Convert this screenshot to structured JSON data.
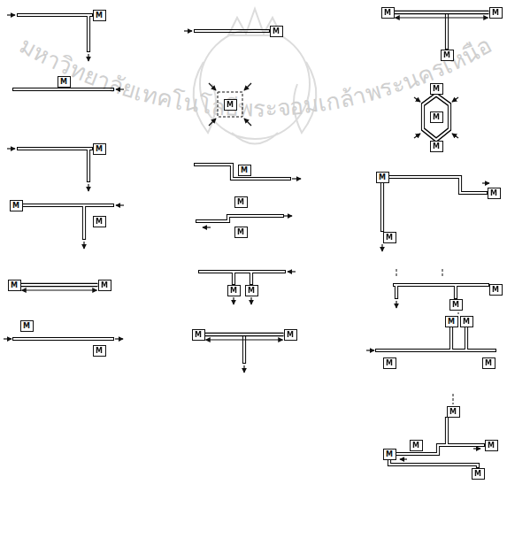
{
  "diagram": {
    "nodes": [
      {
        "text": [
          "M"
        ]
      },
      {
        "text": [
          "M"
        ]
      },
      {
        "text": [
          "M"
        ]
      },
      {
        "text": [
          "M"
        ]
      },
      {
        "text": [
          "M"
        ]
      },
      {
        "text": [
          "M"
        ]
      },
      {
        "text": [
          "M"
        ]
      },
      {
        "text": [
          "M"
        ]
      },
      {
        "text": [
          "M"
        ]
      },
      {
        "text": [
          "M"
        ]
      },
      {
        "text": [
          "M"
        ]
      },
      {
        "text": [
          "M"
        ]
      },
      {
        "text": [
          "M"
        ]
      },
      {
        "text": [
          "M"
        ]
      },
      {
        "text": [
          "M"
        ]
      },
      {
        "text": [
          "M"
        ]
      },
      {
        "text": [
          "M"
        ]
      },
      {
        "text": [
          "M"
        ]
      },
      {
        "text": [
          "M"
        ]
      },
      {
        "text": [
          "M"
        ]
      },
      {
        "text": [
          "M"
        ]
      },
      {
        "text": [
          "M"
        ]
      },
      {
        "text": [
          "M"
        ]
      },
      {
        "text": [
          "M"
        ]
      },
      {
        "text": [
          "M"
        ]
      },
      {
        "text": [
          "M"
        ]
      },
      {
        "text": [
          "M"
        ]
      },
      {
        "text": [
          "M"
        ]
      },
      {
        "text": [
          "M"
        ]
      },
      {
        "text": [
          "M"
        ]
      },
      {
        "text": [
          "M"
        ]
      },
      {
        "text": [
          "M"
        ]
      },
      {
        "text": [
          "M"
        ]
      },
      {
        "text": [
          "M"
        ]
      },
      {
        "text": [
          "M"
        ]
      },
      {
        "text": [
          "M"
        ]
      },
      {
        "text": [
          "M"
        ]
      },
      {
        "text": [
          "M"
        ]
      }
    ],
    "edges": [
      {
        "from": 2,
        "to": 3,
        "arrow": "both"
      },
      {
        "from": 19,
        "to": 20,
        "arrow": "both"
      },
      {
        "from": 27,
        "to": 28,
        "arrow": "both"
      }
    ],
    "labels": [
      "มหาวิทยาลัยเทคโนโลยีพระจอมเกล้าพระนครเหนือ"
    ]
  }
}
